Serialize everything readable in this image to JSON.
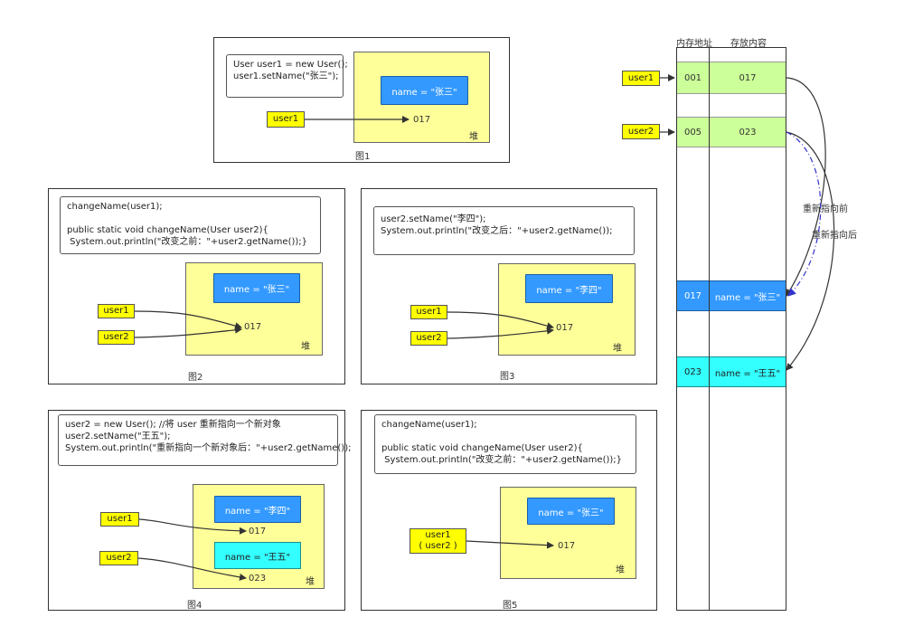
{
  "fig1": {
    "code": "User user1 = new User();\nuser1.setName(\"张三\");",
    "obj": "name  =  \"张三\"",
    "addr": "017",
    "var": "user1",
    "heap": "堆",
    "caption": "图1"
  },
  "fig2": {
    "code": "changeName(user1);\n\npublic static void changeName(User user2){\n System.out.println(\"改变之前：\"+user2.getName());}",
    "obj": "name  =  \"张三\"",
    "addr": "017",
    "var1": "user1",
    "var2": "user2",
    "heap": "堆",
    "caption": "图2"
  },
  "fig3": {
    "code": "user2.setName(\"李四\");\nSystem.out.println(\"改变之后：\"+user2.getName());",
    "obj": "name  =  \"李四\"",
    "addr": "017",
    "var1": "user1",
    "var2": "user2",
    "heap": "堆",
    "caption": "图3"
  },
  "fig4": {
    "code": "user2 = new User(); //将 user 重新指向一个新对象\nuser2.setName(\"王五\");\nSystem.out.println(\"重新指向一个新对象后：\"+user2.getName());",
    "obj1": "name  =  \"李四\"",
    "obj2": "name  =  \"王五\"",
    "addr1": "017",
    "addr2": "023",
    "var1": "user1",
    "var2": "user2",
    "heap": "堆",
    "caption": "图4"
  },
  "fig5": {
    "code": "changeName(user1);\n\npublic static void changeName(User user2){\n System.out.println(\"改变之前：\"+user2.getName());}",
    "obj": "name  =  \"张三\"",
    "addr": "017",
    "var_line1": "user1",
    "var_line2": "( user2 )",
    "heap": "堆",
    "caption": "图5"
  },
  "memory": {
    "header_addr": "内存地址",
    "header_content": "存放内容",
    "rows": [
      {
        "addr": "001",
        "content": "017",
        "var": "user1"
      },
      {
        "addr": "005",
        "content": "023",
        "var": "user2"
      },
      {
        "addr": "017",
        "content": "name = \"张三\""
      },
      {
        "addr": "023",
        "content": "name = \"王五\""
      }
    ],
    "label_before": "重新指向前",
    "label_after": "重新指向后"
  },
  "colors": {
    "heap": "#ffff99",
    "variable": "#ffff00",
    "object_blue": "#3399ff",
    "object_cyan": "#33ffff",
    "memory_green": "#ccff99",
    "dashed_arrow": "#3333cc"
  }
}
